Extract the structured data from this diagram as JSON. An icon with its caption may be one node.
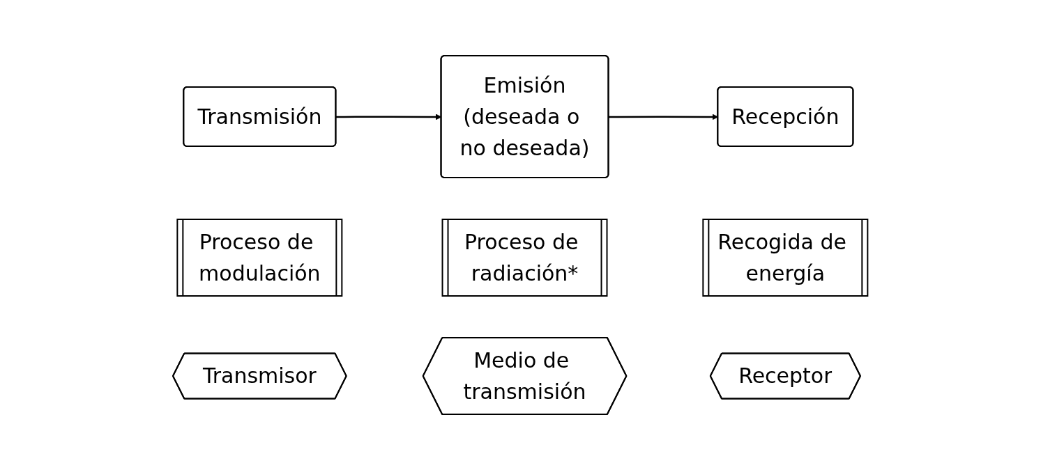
{
  "diagram": {
    "nodes": [
      {
        "text": [
          "Transmisión"
        ]
      },
      {
        "text": [
          "Emisión",
          "(deseada o no deseada)"
        ]
      },
      {
        "text": [
          "Recepción"
        ]
      },
      {
        "text": [
          "Proceso de modulación"
        ]
      },
      {
        "text": [
          "Proceso de radiación*"
        ]
      },
      {
        "text": [
          "Recogida de energía"
        ]
      },
      {
        "text": [
          "Transmisor"
        ]
      },
      {
        "text": [
          "Medio de transmisión"
        ]
      },
      {
        "text": [
          "Receptor"
        ]
      }
    ],
    "edges": [
      {
        "from": 0,
        "to": 1,
        "arrow": "to"
      },
      {
        "from": 1,
        "to": 2,
        "arrow": "to"
      }
    ]
  }
}
